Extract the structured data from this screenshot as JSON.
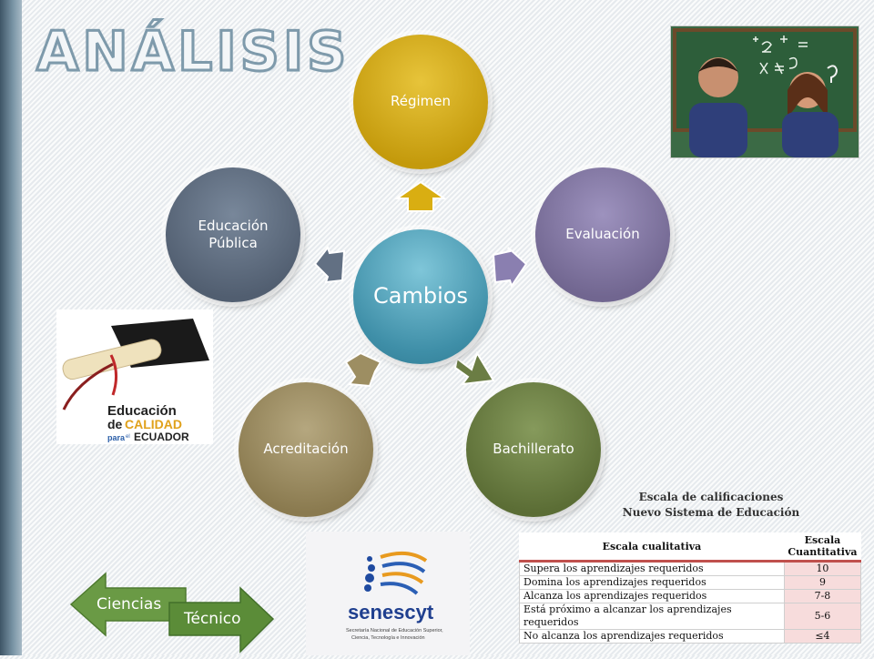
{
  "slide": {
    "title": "ANÁLISIS"
  },
  "diagram": {
    "center": "Cambios",
    "nodes": [
      "Régimen",
      "Evaluación",
      "Bachillerato",
      "Acreditación",
      "Educación Pública"
    ]
  },
  "logos": {
    "education": {
      "line1": "Educación",
      "line2_a": "de",
      "line2_b": "CALIDAD",
      "line3_a": "para",
      "line3_b": "el",
      "line3_c": "ECUADOR"
    },
    "senescyt": {
      "name": "senescyt",
      "subtitle_1": "Secretaría Nacional de Educación Superior,",
      "subtitle_2": "Ciencia, Tecnología e Innovación"
    }
  },
  "grades_table": {
    "caption_1": "Escala de calificaciones",
    "caption_2": "Nuevo Sistema de Educación",
    "headers": [
      "Escala cualitativa",
      "Escala Cuantitativa"
    ],
    "rows": [
      {
        "label": "Supera los aprendizajes requeridos",
        "value": "10"
      },
      {
        "label": "Domina los aprendizajes requeridos",
        "value": "9"
      },
      {
        "label": "Alcanza los aprendizajes requeridos",
        "value": "7-8"
      },
      {
        "label": "Está próximo a alcanzar los aprendizajes requeridos",
        "value": "5-6"
      },
      {
        "label": "No alcanza los aprendizajes requeridos",
        "value": "≤4"
      }
    ]
  },
  "navigation": {
    "back": "Ciencias",
    "forward": "Técnico"
  },
  "colors": {
    "center": "#4a9ab3",
    "regimen": "#d4aa18",
    "evaluacion": "#847aa6",
    "bachillerato": "#6b7d44",
    "acreditacion": "#9d8e62",
    "educacion": "#627083",
    "nav_green": "#5f8f3c",
    "table_accent": "#c0504d"
  }
}
